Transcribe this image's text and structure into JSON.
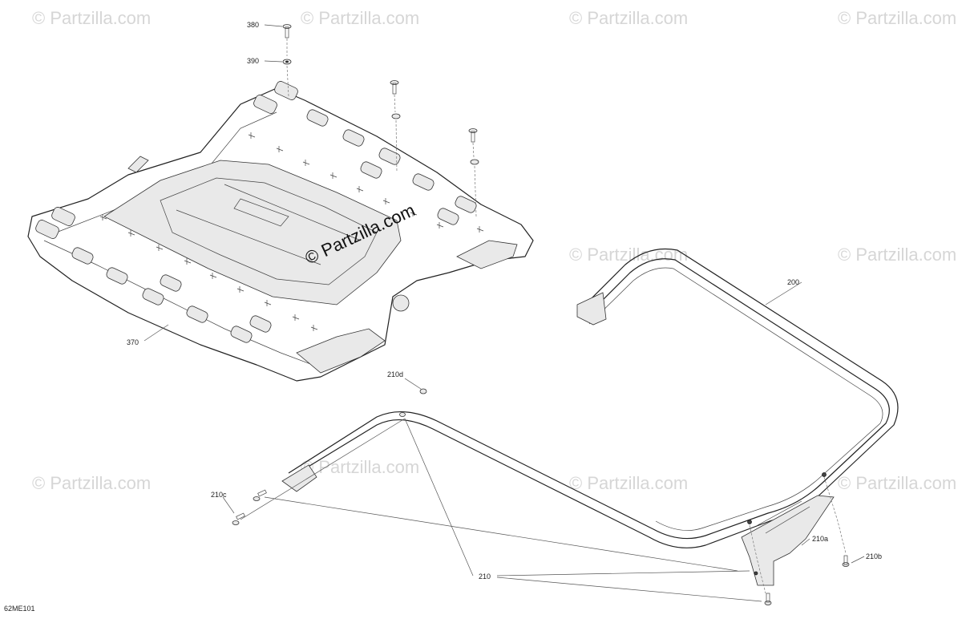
{
  "watermark": {
    "text": "© Partzilla.com",
    "center_text": "© Partzilla.com"
  },
  "diagram_code": "62ME101",
  "callouts": {
    "c380": "380",
    "c390": "390",
    "c370": "370",
    "c200": "200",
    "c210d": "210d",
    "c210c": "210c",
    "c210": "210",
    "c210a": "210a",
    "c210b": "210b"
  }
}
